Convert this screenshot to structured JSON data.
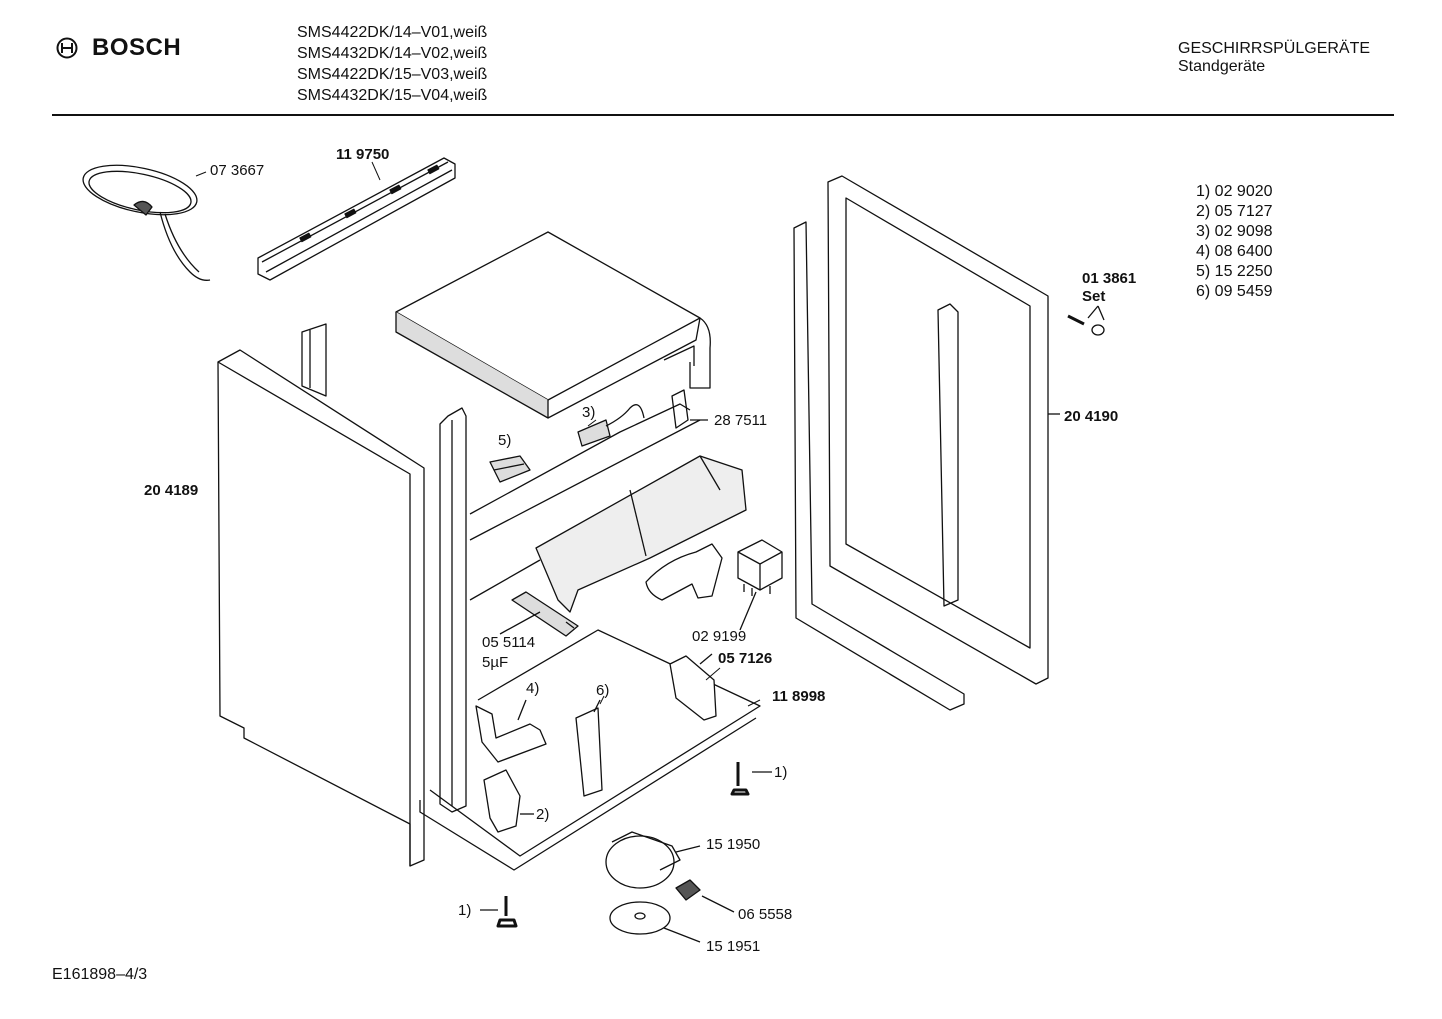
{
  "header": {
    "brand": "BOSCH",
    "models": [
      "SMS4422DK/14–V01,weiß",
      "SMS4432DK/14–V02,weiß",
      "SMS4422DK/15–V03,weiß",
      "SMS4432DK/15–V04,weiß"
    ],
    "category_line1": "GESCHIRRSPÜLGERÄTE",
    "category_line2": "Standgeräte"
  },
  "legend": [
    "1) 02 9020",
    "2) 05 7127",
    "3) 02 9098",
    "4) 08 6400",
    "5) 15 2250",
    "6) 09 5459"
  ],
  "labels": {
    "cable": "07 3667",
    "rail": "11 9750",
    "left_panel": "20 4189",
    "right_panel": "20 4190",
    "screw_set_num": "01 3861",
    "screw_set_word": "Set",
    "bracket": "28 7511",
    "relay": "02 9199",
    "capacitor_num": "05 5114",
    "capacitor_val": "5µF",
    "mount": "05 7126",
    "base": "11 8998",
    "hub": "15 1950",
    "clip": "06 5558",
    "disc": "15 1951",
    "ref1a": "1)",
    "ref1b": "1)",
    "ref2": "2)",
    "ref3": "3)",
    "ref4": "4)",
    "ref5": "5)",
    "ref6": "6)"
  },
  "footer": {
    "code": "E161898–4/3"
  }
}
